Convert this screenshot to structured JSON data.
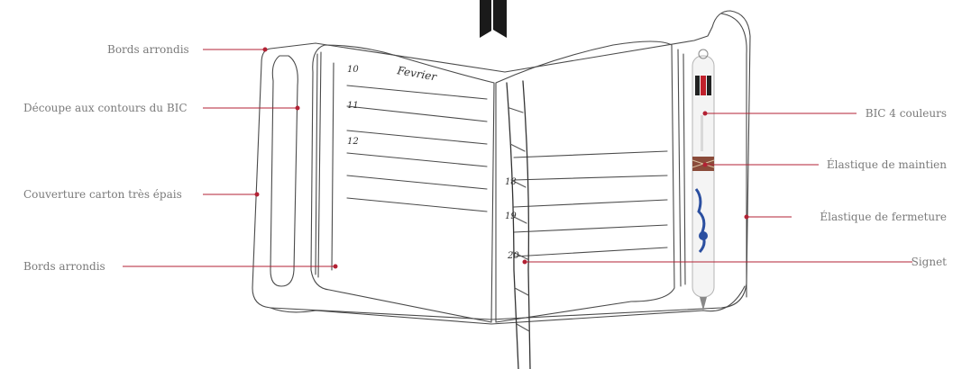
{
  "labels": {
    "bords_arrondis_top": "Bords arrondis",
    "decoupe": "Découpe aux contours du BIC",
    "couverture": "Couverture carton très épais",
    "bords_arrondis_bottom": "Bords arrondis",
    "bic": "BIC 4 couleurs",
    "elastique_maintien": "Élastique de maintien",
    "elastique_fermeture": "Élastique de fermeture",
    "signet": "Signet"
  },
  "sketch": {
    "month": "Fevrier",
    "left_page_numbers": [
      "10",
      "11",
      "12"
    ],
    "right_page_numbers": [
      "18",
      "19",
      "20"
    ]
  },
  "colors": {
    "leader": "#b32234",
    "sketch": "#4a4a4a",
    "label": "#7a7a7a",
    "pen_red": "#c0202b",
    "pen_black": "#222222",
    "pen_blue": "#2b4fa0"
  }
}
